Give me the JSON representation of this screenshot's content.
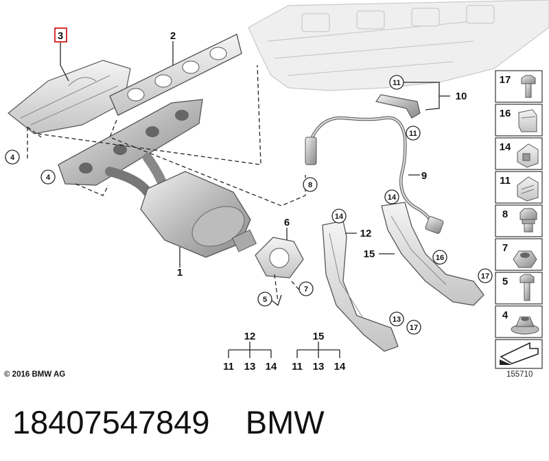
{
  "callouts": {
    "c1": "1",
    "c2": "2",
    "c3": "3",
    "c4a": "4",
    "c4b": "4",
    "c5": "5",
    "c6": "6",
    "c7": "7",
    "c8": "8",
    "c9": "9",
    "c10": "10",
    "c11a": "11",
    "c11b": "11",
    "c12": "12",
    "c13": "13",
    "c14a": "14",
    "c14b": "14",
    "c15": "15",
    "c16": "16",
    "c17a": "17",
    "c17b": "17"
  },
  "kits": [
    {
      "head": "12",
      "items": [
        "11",
        "13",
        "14"
      ]
    },
    {
      "head": "15",
      "items": [
        "11",
        "13",
        "14"
      ]
    }
  ],
  "legend": [
    "17",
    "16",
    "14",
    "11",
    "8",
    "7",
    "5",
    "4"
  ],
  "copyright": "© 2016 BMW AG",
  "diagram_number": "155710",
  "caption": "18407547849    BMW",
  "colors": {
    "part_fill": "#d9d9d9",
    "part_stroke": "#555555",
    "highlight": "#cc0000",
    "ghost": "#eeeeee"
  }
}
